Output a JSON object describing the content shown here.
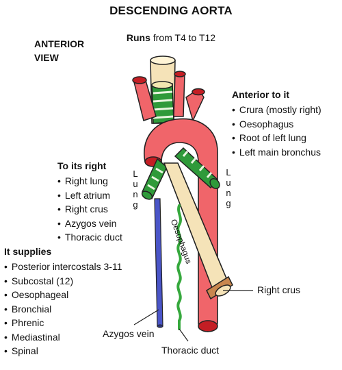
{
  "title": "DESCENDING AORTA",
  "view_label": {
    "line1": "ANTERIOR",
    "line2": "VIEW"
  },
  "runs": {
    "bold": "Runs",
    "rest": " from T4 to T12"
  },
  "anterior": {
    "heading": "Anterior to it",
    "items": [
      "Crura (mostly right)",
      "Oesophagus",
      "Root of left lung",
      "Left main bronchus"
    ]
  },
  "right_side": {
    "heading": "To its right",
    "items": [
      "Right lung",
      "Left atrium",
      "Right crus",
      "Azygos vein",
      "Thoracic duct"
    ]
  },
  "supplies": {
    "heading": "It supplies",
    "items": [
      "Posterior intercostals 3-11",
      "Subcostal (12)",
      "Oesophageal",
      "Bronchial",
      "Phrenic",
      "Mediastinal",
      "Spinal"
    ]
  },
  "lung_left": [
    "L",
    "u",
    "n",
    "g"
  ],
  "lung_right": [
    "L",
    "u",
    "n",
    "g"
  ],
  "oesophagus_label": "Oesophagus",
  "callouts": {
    "right_crus": "Right crus",
    "azygos": "Azygos vein",
    "thoracic_duct": "Thoracic duct"
  },
  "colors": {
    "aorta": "#f0656a",
    "aorta_dark": "#c41e24",
    "oesophagus": "#f5e3b8",
    "bronchus": "#2f9a3a",
    "azygos": "#4a55c8",
    "duct": "#35a83c",
    "crus": "#c8864e"
  }
}
